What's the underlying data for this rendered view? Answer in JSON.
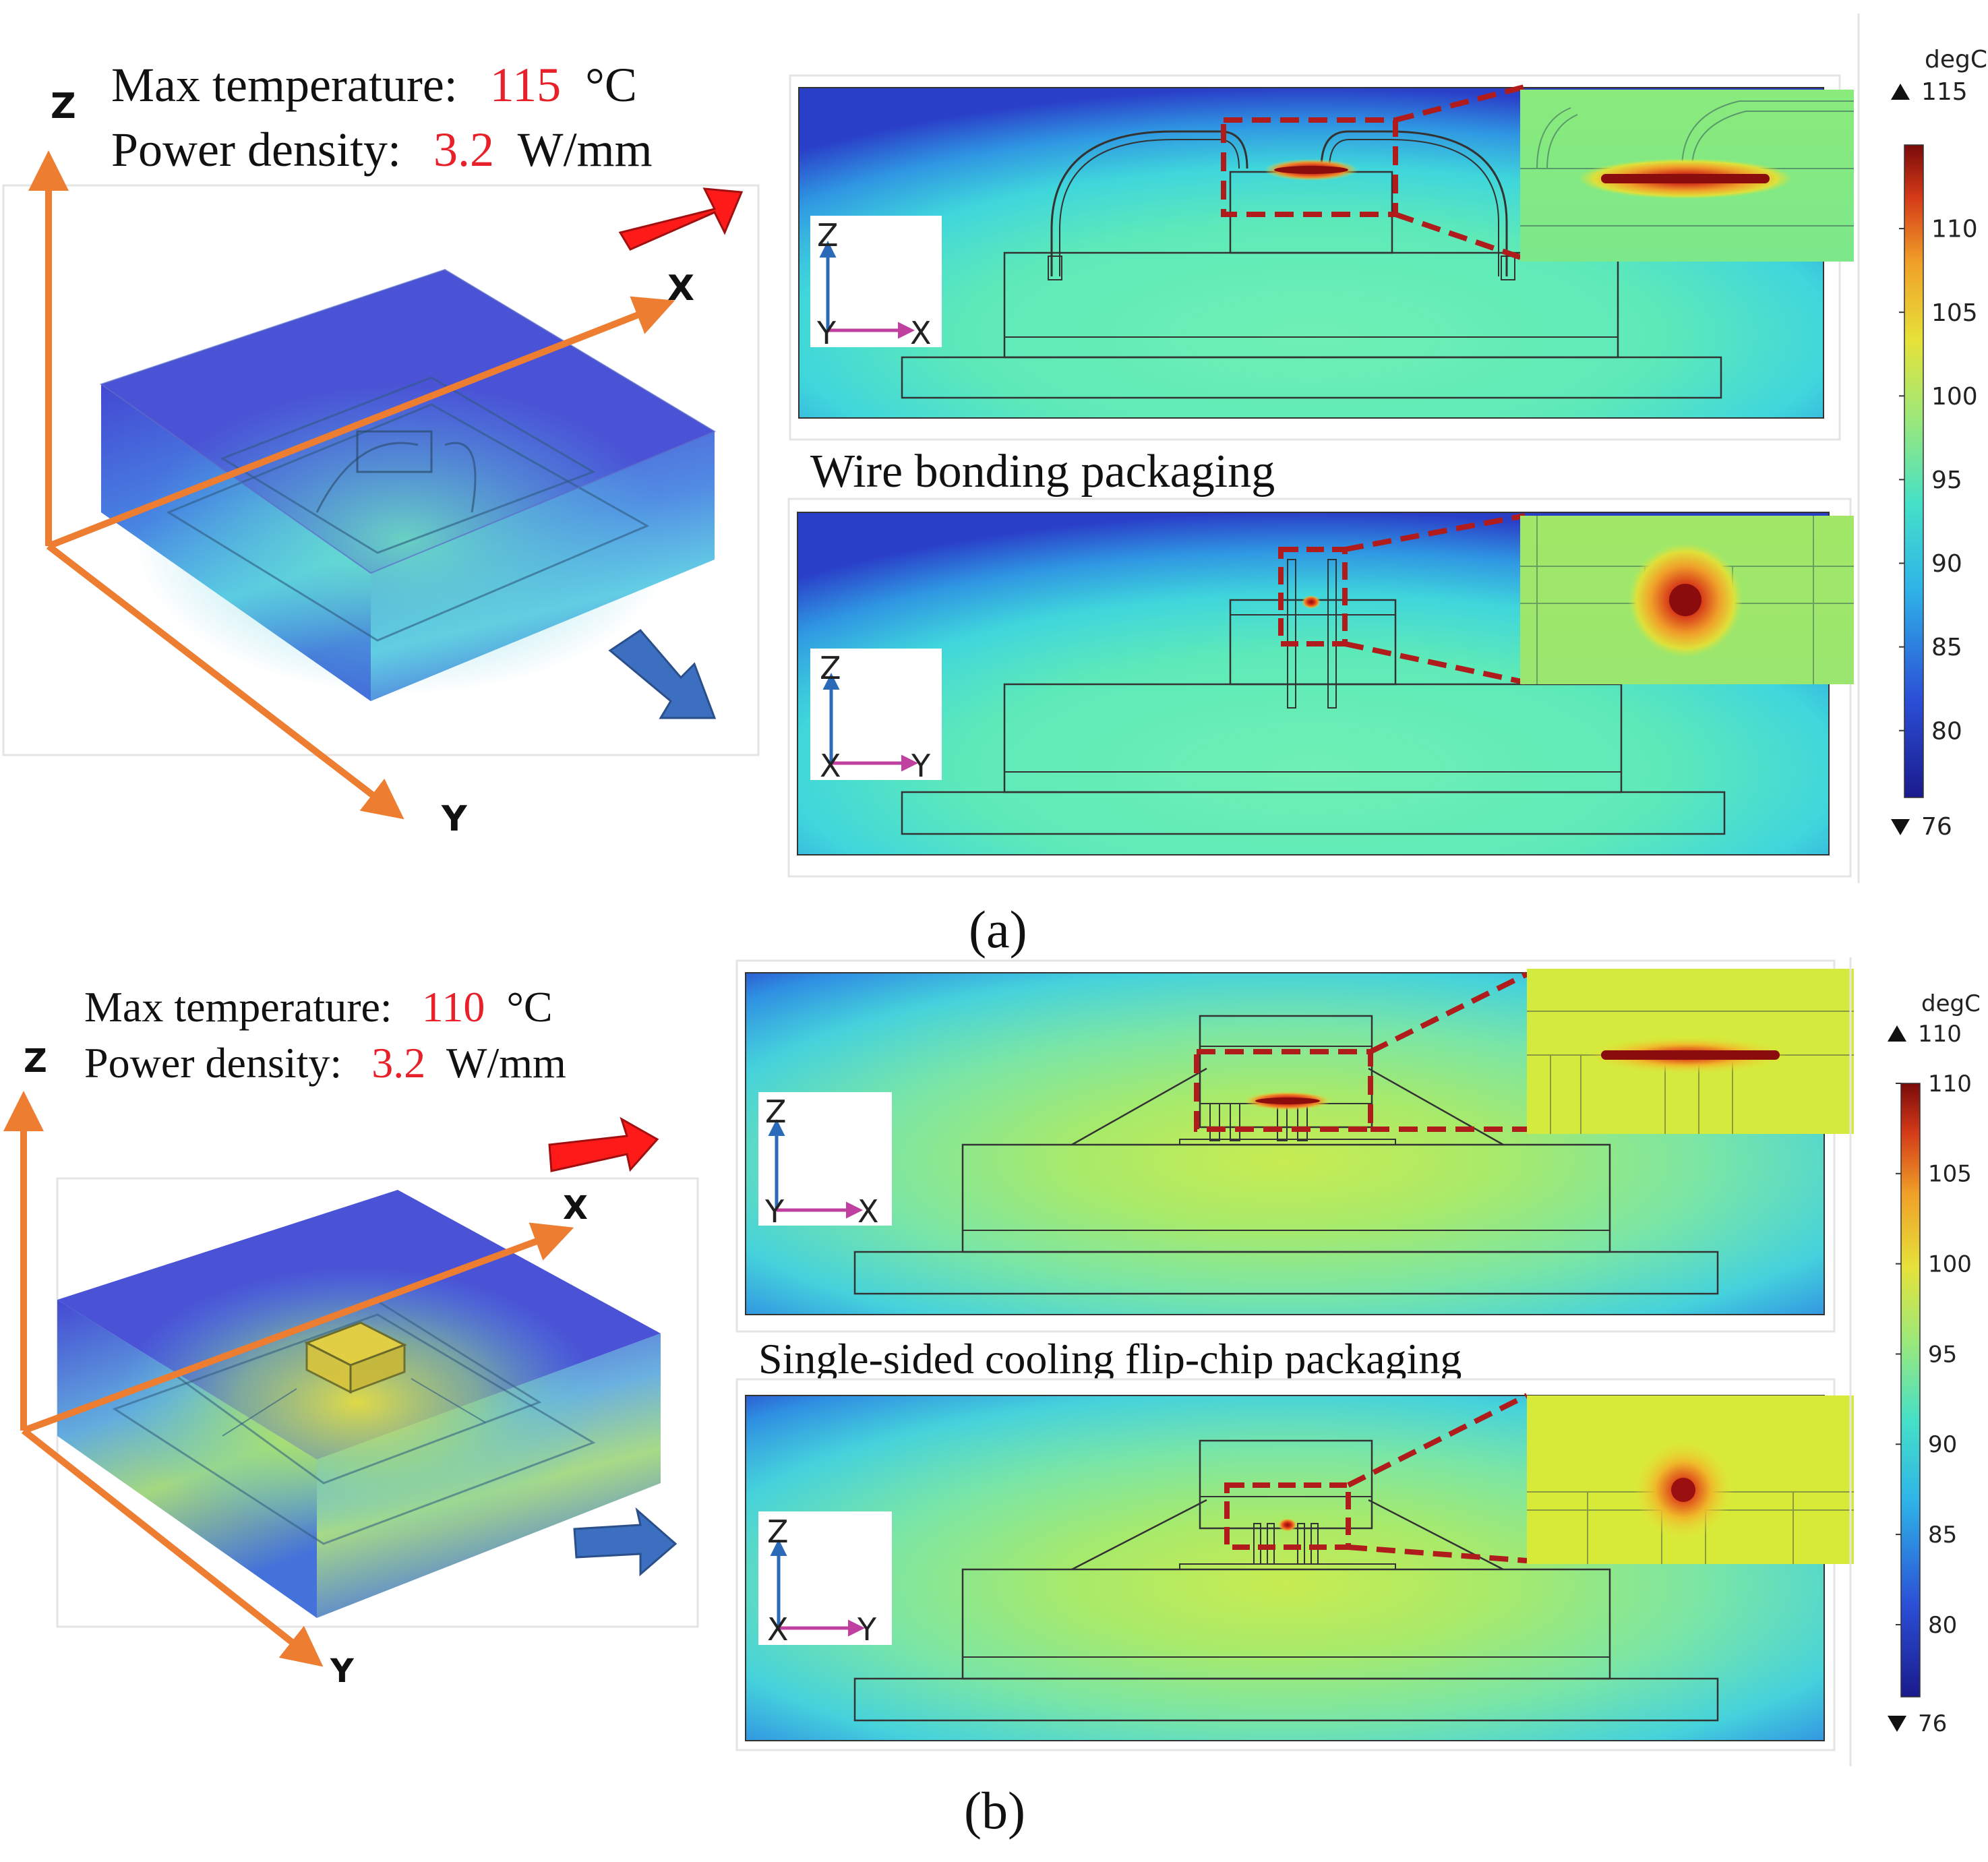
{
  "figure": {
    "panels": [
      {
        "caption": "(a)",
        "stats": {
          "max_label": "Max temperature:",
          "max_value": "115",
          "max_unit": "°C",
          "power_label": "Power density:",
          "power_value": "3.2",
          "power_unit": "W/mm"
        },
        "axes_3d": {
          "z": "Z",
          "x": "X",
          "y": "Y"
        },
        "section_title": "Wire bonding packaging",
        "view_xz": {
          "axis_v": "Z",
          "axis_h": "X",
          "axis_out": "Y"
        },
        "view_yz": {
          "axis_v": "Z",
          "axis_h": "Y",
          "axis_out": "X"
        },
        "colorbar": {
          "unit": "degC",
          "max_label": "115",
          "min_label": "76",
          "ticks": [
            "110",
            "105",
            "100",
            "95",
            "90",
            "85",
            "80"
          ]
        }
      },
      {
        "caption": "(b)",
        "stats": {
          "max_label": "Max temperature:",
          "max_value": "110",
          "max_unit": "°C",
          "power_label": "Power density:",
          "power_value": "3.2",
          "power_unit": "W/mm"
        },
        "axes_3d": {
          "z": "Z",
          "x": "X",
          "y": "Y"
        },
        "section_title": "Single-sided cooling flip-chip packaging",
        "view_xz": {
          "axis_v": "Z",
          "axis_h": "X",
          "axis_out": "Y"
        },
        "view_yz": {
          "axis_v": "Z",
          "axis_h": "Y",
          "axis_out": "X"
        },
        "colorbar": {
          "unit": "degC",
          "max_label": "110",
          "min_label": "76",
          "ticks": [
            "110",
            "105",
            "100",
            "95",
            "90",
            "85",
            "80"
          ]
        }
      }
    ],
    "colors": {
      "highlight_value": "#e8202a",
      "axis_orange": "#ed7d31",
      "arrow_red": "#ff1a1a",
      "arrow_blue": "#3c6fbf",
      "zoom_box": "#b01c1c",
      "triad_blue": "#2a6ab8",
      "triad_magenta": "#c040a0"
    }
  }
}
